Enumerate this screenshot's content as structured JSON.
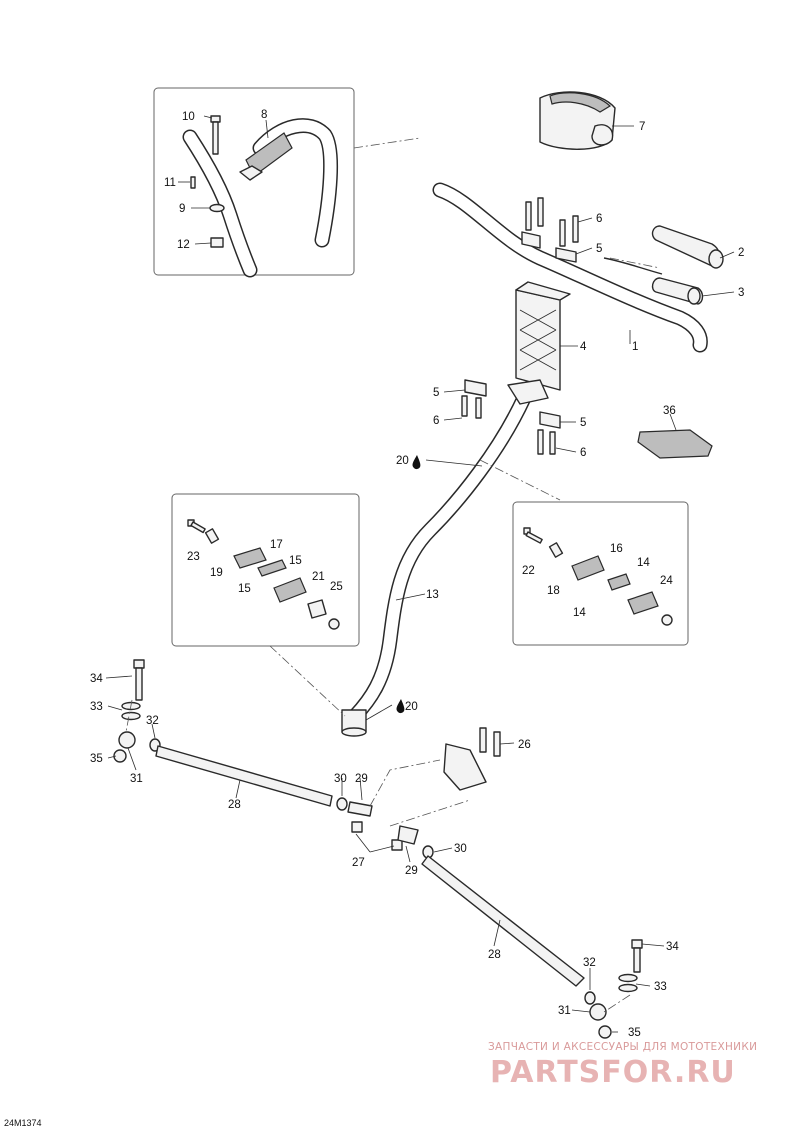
{
  "drawing_code": "24M1374",
  "callouts": {
    "c1": "1",
    "c2": "2",
    "c3": "3",
    "c4": "4",
    "c5a": "5",
    "c5b": "5",
    "c5c": "5",
    "c6a": "6",
    "c6b": "6",
    "c6c": "6",
    "c7": "7",
    "c8": "8",
    "c9": "9",
    "c10": "10",
    "c11": "11",
    "c12": "12",
    "c13": "13",
    "c14a": "14",
    "c14b": "14",
    "c15a": "15",
    "c15b": "15",
    "c16": "16",
    "c17": "17",
    "c18": "18",
    "c19": "19",
    "c20a": "20",
    "c20b": "20",
    "c21": "21",
    "c22": "22",
    "c23": "23",
    "c24": "24",
    "c25": "25",
    "c26": "26",
    "c27": "27",
    "c28a": "28",
    "c28b": "28",
    "c29a": "29",
    "c29b": "29",
    "c30a": "30",
    "c30b": "30",
    "c31a": "31",
    "c31b": "31",
    "c32a": "32",
    "c32b": "32",
    "c33a": "33",
    "c33b": "33",
    "c34a": "34",
    "c34b": "34",
    "c35a": "35",
    "c35b": "35",
    "c36": "36"
  },
  "icons": {
    "lubricant": "oil-drop-icon"
  },
  "watermark": {
    "tagline": "ЗАПЧАСТИ И АКСЕССУАРЫ ДЛЯ МОТОТЕХНИКИ",
    "brand": "PARTSFOR.RU"
  }
}
